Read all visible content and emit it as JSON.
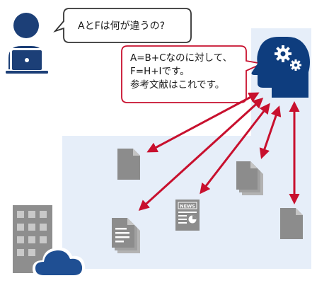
{
  "question": {
    "text": "AとFは何が違うの?"
  },
  "answer": {
    "lines": [
      "A=B+Cなのに対して、",
      "F=H+Iです。",
      "参考文献はこれです。"
    ]
  },
  "news_icon": {
    "label": "NEWS"
  },
  "colors": {
    "background_panel": "#e6eef9",
    "user": "#1c3f77",
    "ai_head": "#0e3d7e",
    "arrow": "#c8102e",
    "bubble_border": "#c8102e",
    "document": "#8c8c8c",
    "building": "#8e8e8e",
    "cloud": "#1f4f93"
  }
}
